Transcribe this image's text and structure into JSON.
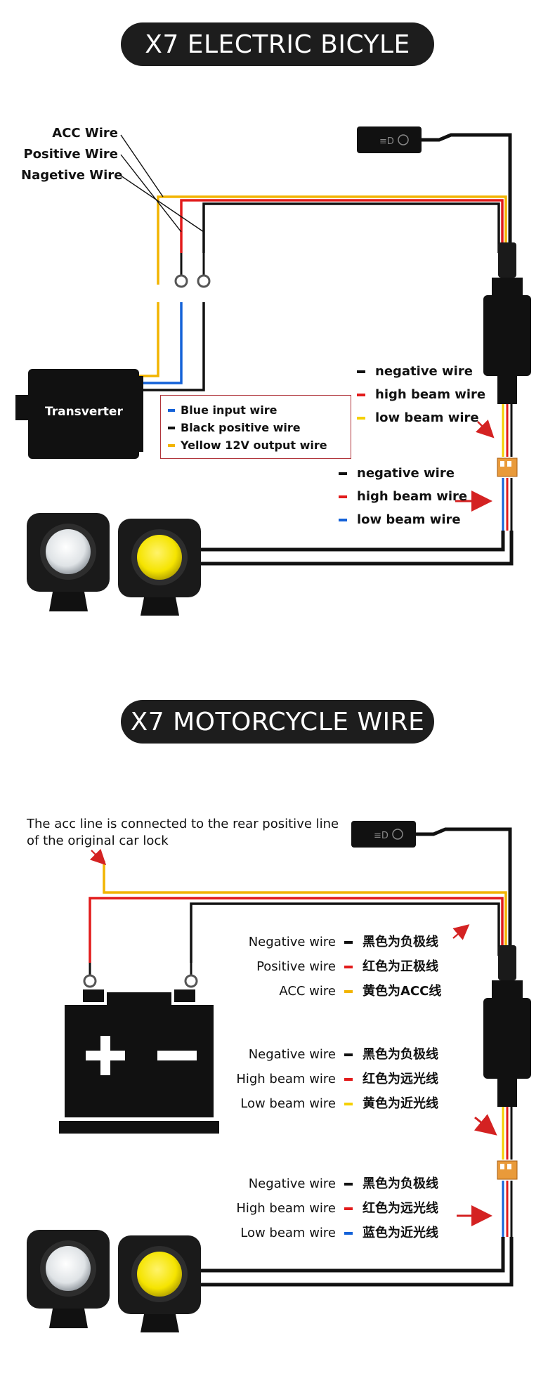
{
  "section1": {
    "title": "X7 ELECTRIC BICYLE",
    "callouts": [
      "ACC Wire",
      "Positive Wire",
      "Nagetive Wire"
    ],
    "transverter_label": "Transverter",
    "legend": [
      {
        "label": "Blue input wire",
        "color": "#1462d8"
      },
      {
        "label": "Black positive wire",
        "color": "#111111"
      },
      {
        "label": "Yellow 12V output wire",
        "color": "#f2b400"
      }
    ],
    "switch_keys": [
      {
        "label": "negative wire",
        "color": "#111111"
      },
      {
        "label": "high beam wire",
        "color": "#e21b1b"
      },
      {
        "label": "low beam wire",
        "color": "#f5d000"
      }
    ],
    "light_keys": [
      {
        "label": "negative wire",
        "color": "#111111"
      },
      {
        "label": "high beam wire",
        "color": "#e21b1b"
      },
      {
        "label": "low beam wire",
        "color": "#1462d8"
      }
    ]
  },
  "section2": {
    "title": "X7 MOTORCYCLE WIRE",
    "note_line1": "The acc line is connected to the rear positive line",
    "note_line2": "of the original car lock",
    "battery_keys": [
      {
        "en": "Negative wire",
        "cn": "黑色为负极线",
        "color": "#111111"
      },
      {
        "en": "Positive wire",
        "cn": "红色为正极线",
        "color": "#e21b1b"
      },
      {
        "en": "ACC wire",
        "cn": "黄色为ACC线",
        "color": "#f2b400"
      }
    ],
    "switch_keys": [
      {
        "en": "Negative wire",
        "cn": "黑色为负极线",
        "color": "#111111"
      },
      {
        "en": "High beam wire",
        "cn": "红色为远光线",
        "color": "#e21b1b"
      },
      {
        "en": "Low beam wire",
        "cn": "黄色为近光线",
        "color": "#f5d000"
      }
    ],
    "light_keys": [
      {
        "en": "Negative wire",
        "cn": "黑色为负极线",
        "color": "#111111"
      },
      {
        "en": "High beam wire",
        "cn": "红色为远光线",
        "color": "#e21b1b"
      },
      {
        "en": "Low beam wire",
        "cn": "蓝色为近光线",
        "color": "#1462d8"
      }
    ]
  },
  "colors": {
    "black": "#111111",
    "red": "#e21b1b",
    "yellow": "#f2b400",
    "blue": "#1462d8",
    "arrow": "#d42222",
    "pill": "#1d1d1d"
  }
}
